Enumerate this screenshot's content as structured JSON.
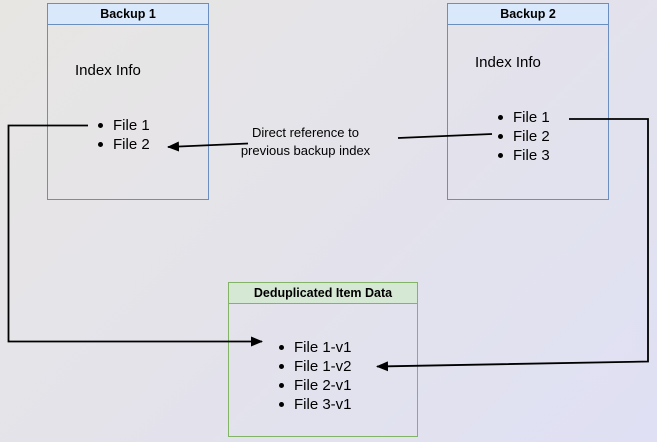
{
  "backup1": {
    "title": "Backup 1",
    "index_label": "Index Info",
    "files": [
      "File 1",
      "File 2"
    ]
  },
  "backup2": {
    "title": "Backup 2",
    "index_label": "Index Info",
    "files": [
      "File 1",
      "File 2",
      "File 3"
    ]
  },
  "dedup": {
    "title": "Deduplicated Item Data",
    "files": [
      "File 1-v1",
      "File 1-v2",
      "File 2-v1",
      "File 3-v1"
    ]
  },
  "annotation": {
    "line1": "Direct reference to",
    "line2": "previous backup index"
  },
  "colors": {
    "backup_header_fill": "#dae8fc",
    "backup_border": "#6c8ebf",
    "dedup_header_fill": "#d5e8d4",
    "dedup_border": "#82b366",
    "arrow": "#000000",
    "background_start": "#e8e6e3",
    "background_end": "#dfe0f4"
  }
}
